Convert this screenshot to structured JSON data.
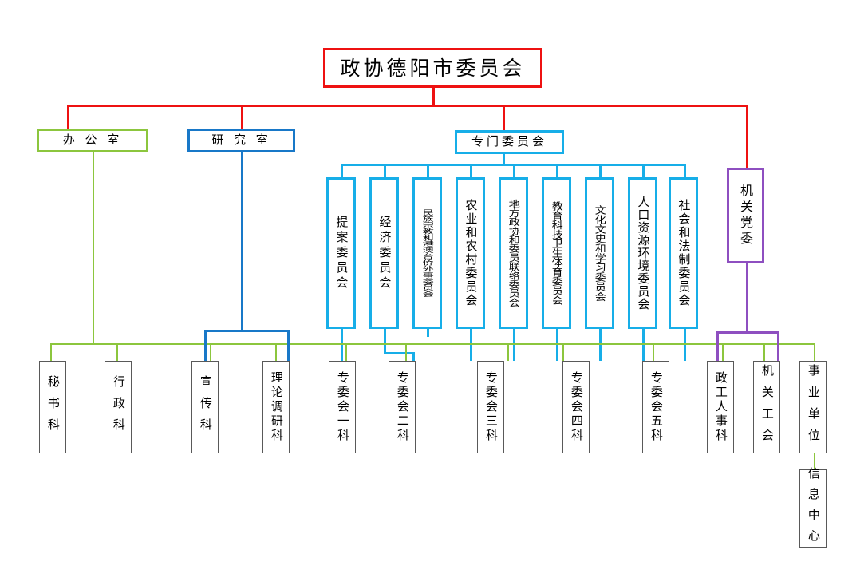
{
  "chart_title": "政协德阳市委员会",
  "colors": {
    "root": "#ee1111",
    "office": "#8CC63E",
    "research": "#1878C8",
    "committee": "#17AEE8",
    "party": "#8E4FC0",
    "leaf": "#595959"
  },
  "root": {
    "label": "政协德阳市委员会"
  },
  "level2": {
    "office": {
      "label": "办 公 室"
    },
    "research": {
      "label": "研 究 室"
    },
    "committee": {
      "label": "专门委员会"
    },
    "party": {
      "label": "机关党委"
    }
  },
  "committees": [
    {
      "label": "提案委员会"
    },
    {
      "label": "经济委员会"
    },
    {
      "label": "民族宗教和港澳台侨外事委员会"
    },
    {
      "label": "农业和农村委员会"
    },
    {
      "label": "地方政协和委员联络委员会"
    },
    {
      "label": "教育科技卫生体育委员会"
    },
    {
      "label": "文化文史和学习委员会"
    },
    {
      "label": "人口资源环境委员会"
    },
    {
      "label": "社会和法制委员会"
    }
  ],
  "departments": [
    {
      "label": "秘书科"
    },
    {
      "label": "行政科"
    },
    {
      "label": "宣传科"
    },
    {
      "label": "理论调研科"
    },
    {
      "label": "专委会一科"
    },
    {
      "label": "专委会二科"
    },
    {
      "label": "专委会三科"
    },
    {
      "label": "专委会四科"
    },
    {
      "label": "专委会五科"
    },
    {
      "label": "政工人事科"
    },
    {
      "label": "机关工会"
    },
    {
      "label": "事业单位"
    }
  ],
  "sub_units": [
    {
      "label": "信息中心"
    }
  ]
}
